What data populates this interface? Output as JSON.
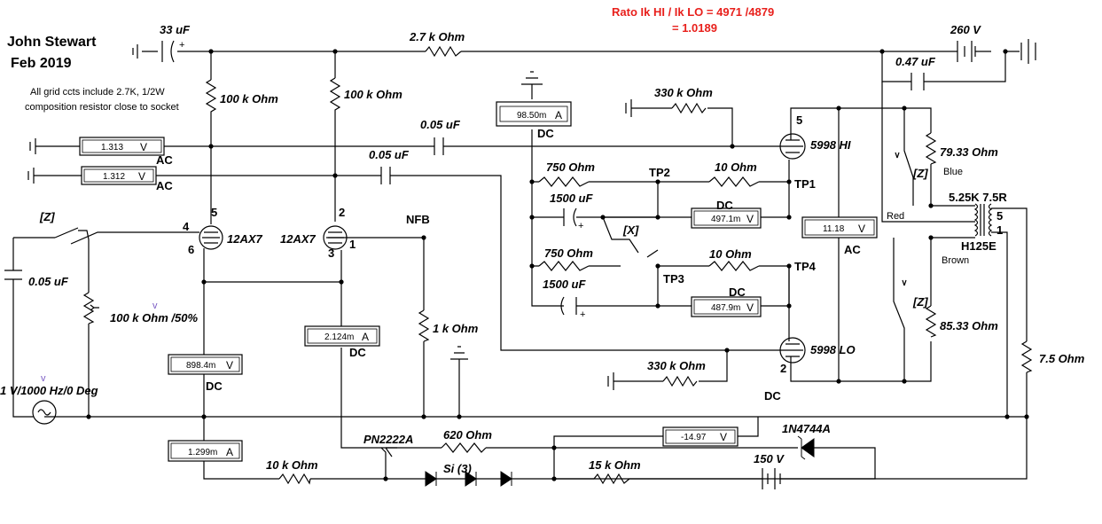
{
  "header": {
    "author": "John Stewart",
    "date": "Feb 2019",
    "note_line1": "All grid ccts include 2.7K, 1/2W",
    "note_line2": "composition resistor close to socket",
    "ratio_line1": "Rato Ik HI / Ik LO = 4971 /4879",
    "ratio_line2": "= 1.0189"
  },
  "meters": [
    {
      "value": "1.313",
      "unit": "V",
      "mode": "AC"
    },
    {
      "value": "1.312",
      "unit": "V",
      "mode": "AC"
    },
    {
      "value": "898.4m",
      "unit": "V",
      "mode": "DC"
    },
    {
      "value": "1.299m",
      "unit": "A",
      "mode": ""
    },
    {
      "value": "2.124m",
      "unit": "A",
      "mode": "DC"
    },
    {
      "value": "98.50m",
      "unit": "A",
      "mode": "DC"
    },
    {
      "value": "497.1m",
      "unit": "V",
      "mode": "DC"
    },
    {
      "value": "487.9m",
      "unit": "V",
      "mode": "DC"
    },
    {
      "value": "11.18",
      "unit": "V",
      "mode": "AC"
    },
    {
      "value": "-14.97",
      "unit": "V",
      "mode": "DC"
    }
  ],
  "components": {
    "c_33uf": "33 uF",
    "r_2k7": "2.7 k Ohm",
    "v_260": "260 V",
    "c_047": "0.47 uF",
    "r_100k_a": "100 k Ohm",
    "r_100k_b": "100 k Ohm",
    "c_005_a": "0.05 uF",
    "c_005_b": "0.05 uF",
    "c_005_c": "0.05 uF",
    "r_330k_a": "330 k Ohm",
    "r_330k_b": "330 k Ohm",
    "tube_hi": "5998 HI",
    "tube_lo": "5998 LO",
    "pin_hi": "5",
    "pin_lo": "2",
    "r_79": "79.33  Ohm",
    "r_85": "85.33  Ohm",
    "blue": "Blue",
    "red": "Red",
    "brown": "Brown",
    "z_top": "[Z]",
    "z_mid": "[Z]",
    "z_left": "[Z]",
    "x_sw": "[X]",
    "xfmr_taps": "5.25K  7.5R",
    "xfmr_pin5": "5",
    "xfmr_pin1": "1",
    "xfmr": "H125E",
    "r_750_a": "750  Ohm",
    "r_750_b": "750  Ohm",
    "r_10_a": "10  Ohm",
    "r_10_b": "10  Ohm",
    "c_1500_a": "1500 uF",
    "c_1500_b": "1500 uF",
    "tp1": "TP1",
    "tp2": "TP2",
    "tp3": "TP3",
    "tp4": "TP4",
    "tube_12ax7_a": "12AX7",
    "tube_12ax7_b": "12AX7",
    "pin_4": "4",
    "pin_5": "5",
    "pin_6": "6",
    "pin_2": "2",
    "pin_3": "3",
    "pin_1": "1",
    "nfb": "NFB",
    "r_1k": "1 k Ohm",
    "pot": "100 k Ohm /50%",
    "src": "1 V/1000 Hz/0 Deg",
    "transistor": "PN2222A",
    "r_620": "620  Ohm",
    "r_10k": "10 k Ohm",
    "r_15k": "15 k Ohm",
    "diodes": "Si (3)",
    "zener": "1N4744A",
    "v_150": "150 V",
    "r_7_5": "7.5  Ohm",
    "dc_label": "DC",
    "pot_marker": "v",
    "src_marker": "v"
  }
}
